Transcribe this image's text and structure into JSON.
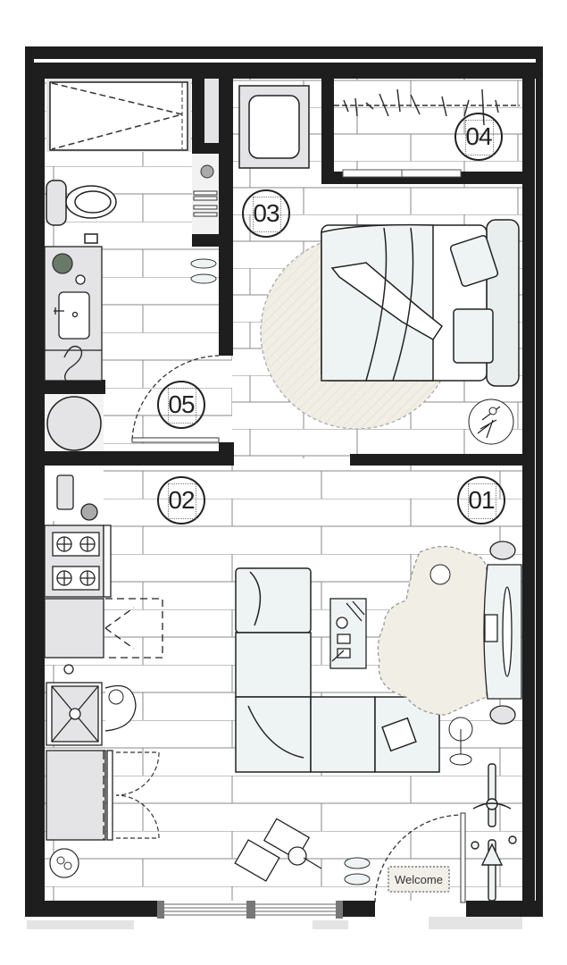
{
  "plan": {
    "type": "apartment-floor-plan",
    "colors": {
      "wall": "#1e1e1e",
      "floor_line": "#777777",
      "fixture_fill": "#e6e6e8",
      "furniture_fill": "#eef4f3",
      "rug_fill": "#f0ede4"
    },
    "rooms": [
      {
        "id": "01",
        "label": "01",
        "name": "living-area"
      },
      {
        "id": "02",
        "label": "02",
        "name": "kitchen"
      },
      {
        "id": "03",
        "label": "03",
        "name": "bedroom"
      },
      {
        "id": "04",
        "label": "04",
        "name": "closet"
      },
      {
        "id": "05",
        "label": "05",
        "name": "bathroom"
      }
    ],
    "doormat_text": "Welcome"
  }
}
